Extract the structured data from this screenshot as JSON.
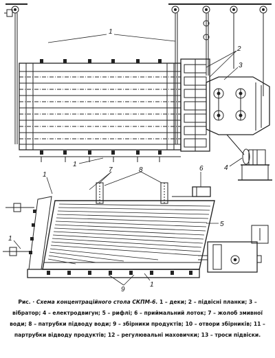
{
  "callouts": {
    "c1": "1",
    "c2": "2",
    "c3": "3",
    "c4": "4",
    "c5": "5",
    "c6": "6",
    "c7": "7",
    "c8": "8",
    "c9": "9"
  },
  "caption": {
    "lead": "Рис.",
    "title": "· Схема концентраційного стола СКПМ-6.",
    "body": " 1 – деки; 2 – підвісні планки; 3 – вібратор; 4 – електродвигун; 5 – рифлі; 6 – приймальний лоток; 7 – жолоб змивної води; 8 – патрубки підводу води; 9 – збірники продуктів; 10 – отвори збірників; 11 – партрубки відводу продуктів; 12 – регулювальні маховички; 13 – троси підвіски."
  }
}
